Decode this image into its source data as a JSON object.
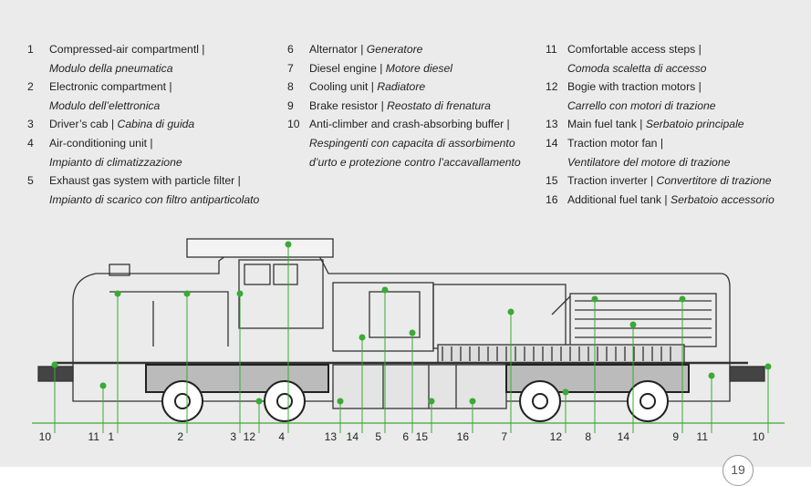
{
  "legend": [
    {
      "n": "1",
      "en": "Compressed-air compartmentl |",
      "it": "Modulo della pneumatica",
      "wrap": true
    },
    {
      "n": "2",
      "en": "Electronic compartment |",
      "it": "Modulo dell’elettronica",
      "wrap": true
    },
    {
      "n": "3",
      "en": "Driver’s cab |",
      "it": "Cabina di guida",
      "wrap": false
    },
    {
      "n": "4",
      "en": "Air-conditioning unit |",
      "it": "Impianto di climatizzazione",
      "wrap": true
    },
    {
      "n": "5",
      "en": "Exhaust gas system with particle filter |",
      "it": "Impianto di scarico con filtro antiparticolato",
      "wrap": true
    },
    {
      "n": "6",
      "en": "Alternator |",
      "it": "Generatore",
      "wrap": false
    },
    {
      "n": "7",
      "en": "Diesel engine |",
      "it": "Motore diesel",
      "wrap": false
    },
    {
      "n": "8",
      "en": "Cooling unit |",
      "it": "Radiatore",
      "wrap": false
    },
    {
      "n": "9",
      "en": "Brake resistor |",
      "it": "Reostato di frenatura",
      "wrap": false
    },
    {
      "n": "10",
      "en": "Anti-climber and crash-absorbing buffer |",
      "it": "Respingenti con capacita di assorbimento d’urto e protezione contro l’accavallamento",
      "wrap": true
    },
    {
      "n": "11",
      "en": "Comfortable access steps |",
      "it": "Comoda scaletta di accesso",
      "wrap": true
    },
    {
      "n": "12",
      "en": "Bogie with traction motors |",
      "it": "Carrello con motori di trazione",
      "wrap": true
    },
    {
      "n": "13",
      "en": "Main fuel tank |",
      "it": "Serbatoio principale",
      "wrap": false
    },
    {
      "n": "14",
      "en": "Traction motor fan |",
      "it": "Ventilatore del motore di trazione",
      "wrap": true
    },
    {
      "n": "15",
      "en": "Traction inverter |",
      "it": "Convertitore di trazione",
      "wrap": false
    },
    {
      "n": "16",
      "en": "Additional fuel tank |",
      "it": "Serbatoio accessorio",
      "wrap": false
    }
  ],
  "callouts": [
    "10",
    "11",
    "1",
    "2",
    "3",
    "12",
    "4",
    "13",
    "14",
    "5",
    "6",
    "15",
    "16",
    "7",
    "12",
    "8",
    "14",
    "9",
    "11",
    "10"
  ],
  "page_number": "19",
  "accent_color": "#3aaa35"
}
